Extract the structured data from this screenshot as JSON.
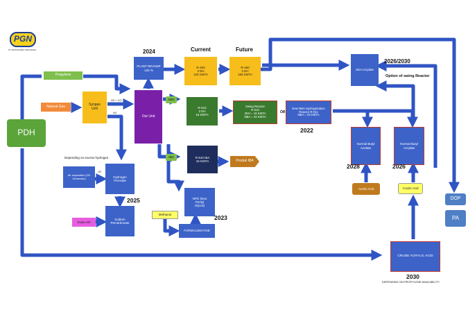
{
  "logo": {
    "text": "PGN",
    "subtitle": "PT PETROKIMIA INDONESIA"
  },
  "headers": {
    "y2024": "2024",
    "current": "Current",
    "future": "Future",
    "y2026_2030": "2026/2030"
  },
  "boxes": {
    "propylene": "Propylene",
    "natural_gas": "Natural Gas",
    "syngas": "Syngas\nUnit",
    "plant_revamp": "PLANT REVAMP\n125 %",
    "our_unit": "Our Unit",
    "r450_current": "R-450\n2 EH\n120 KMTA",
    "r450_future": "R-450\n2 EH\n180 KMTA",
    "ehacrylate": "2EH Acrylate",
    "r510": "R-510\n2 EH\n15 KMTA",
    "swing": "Swing Reactor\nR-510\n2EH = 15 KMTA\nNBA = 20 KMTA",
    "nba_hydro": "New NBA Hydrogenation\nReactor R-511\nNBA = 20 KMTA",
    "pdh": "PDH",
    "r610": "R-610 IBA\n15 KMTA",
    "produk_iba": "Produk IBA",
    "air_sep": "Air separation (O2\nGenerator)",
    "hydrogen_peroxide": "Hydrogen\nPeroxide",
    "sodium_perc": "Sodium\nPercarbonate",
    "soda_ash": "Soda Ash",
    "npg": "NPG (Neo\nPentyl\nGlycol)",
    "methanol": "Methanol",
    "formaldehyde": "FORMALDEHYDE",
    "nb_acetate": "Normal Butyl\nAcetate",
    "nb_acrylate": "Normal Butyl\nAcrylate",
    "acetic_acid": "Acetic Acid",
    "acrylic_acid": "Acrylic Acid",
    "crude_acrylic": "CRUDE ACRYLIC ACID",
    "dop": "DOP",
    "pa": "PA"
  },
  "labels": {
    "h2co": "H2 + CO",
    "h2": "H2",
    "nbd": "NBD",
    "ibd": "IBD",
    "or": "OR",
    "o2": "O2",
    "swing_option": "Option of swing Reactor",
    "excess_h2": "Depending on excess hydrogen",
    "propylene_avail": "DEPENDING ON PROPYLENE AVAILABILITY"
  },
  "years": {
    "y2022": "2022",
    "y2025": "2025",
    "y2023": "2023",
    "y2028": "2028",
    "y2026": "2026",
    "y2030": "2030"
  },
  "colors": {
    "arrow": "#2f54c4",
    "blue_box": "#3d63c9",
    "purple": "#7a1fa8",
    "orange": "#f28a3a",
    "yellow": "#f7bd1b",
    "green_dark": "#3a7a2e",
    "green_light": "#7fbf4d",
    "navy": "#1f2d5c",
    "brown": "#c07a1e",
    "magenta": "#e85de0",
    "light_yellow": "#ffff66",
    "pdh_green": "#5aa43a",
    "steel": "#4f7fc4"
  }
}
